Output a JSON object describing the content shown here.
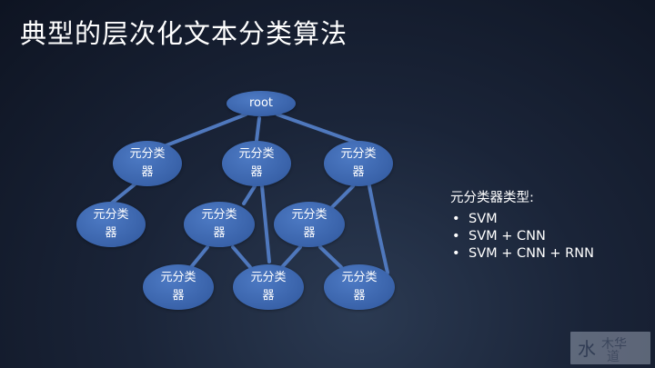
{
  "slide": {
    "title": "典型的层次化文本分类算法"
  },
  "tree": {
    "root_label": "root",
    "node_label": "元分类器",
    "node_color": "#3d66ad",
    "edge_color": "#4f78bd"
  },
  "legend": {
    "title": "元分类器类型:",
    "items": [
      "SVM",
      "SVM + CNN",
      "SVM + CNN + RNN"
    ],
    "bullet": "•"
  },
  "watermark": {
    "text": "木华"
  }
}
